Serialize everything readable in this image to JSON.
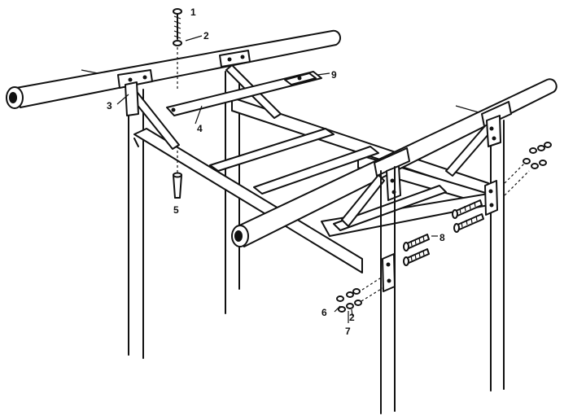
{
  "diagram": {
    "background": "#ffffff",
    "ink": "#111111",
    "callouts": {
      "c1": "1",
      "c2_top": "2",
      "c3": "3",
      "c4": "4",
      "c5": "5",
      "c6": "6",
      "c7": "7",
      "c2_bottom": "2",
      "c8": "8",
      "c9": "9"
    }
  }
}
